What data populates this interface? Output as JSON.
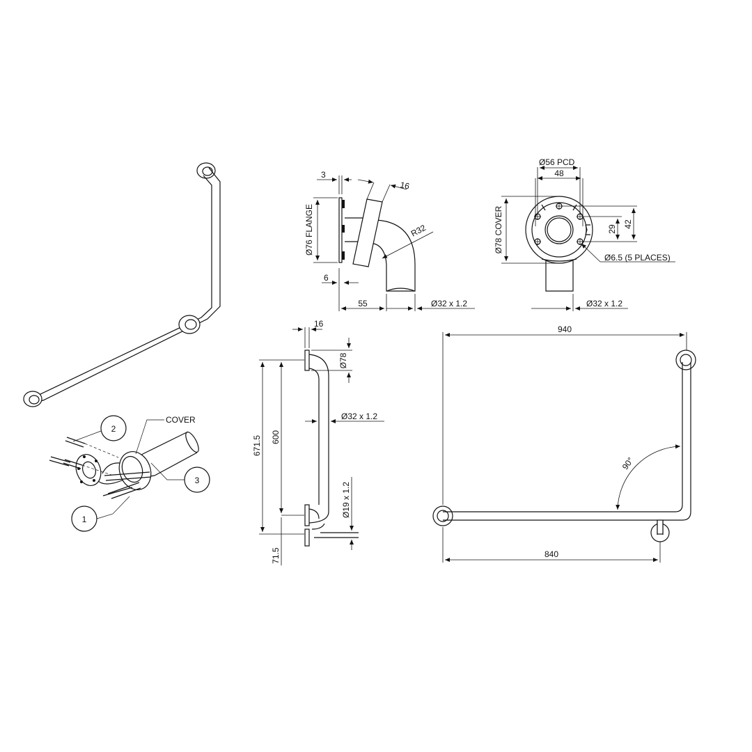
{
  "side_view": {
    "dim_flange_thickness": "3",
    "dim_cover_thickness": "16",
    "dim_radius": "R32",
    "dim_flange_dia": "Ø76 FLANGE",
    "dim_gap": "6",
    "dim_projection": "55",
    "dim_tube": "Ø32 x 1.2"
  },
  "end_view": {
    "dim_pcd": "Ø56 PCD",
    "dim_hole_spacing": "48",
    "dim_cover_dia": "Ø78 COVER",
    "dim_height_42": "42",
    "dim_height_29": "29",
    "dim_holes": "Ø6.5 (5 PLACES)",
    "dim_tube": "Ø32 x 1.2"
  },
  "front_view": {
    "dim_cover_depth": "16",
    "dim_cover_dia": "Ø78",
    "dim_tube": "Ø32 x 1.2",
    "dim_overall_height": "671.5",
    "dim_centres": "600",
    "dim_bottom_offset": "71.5",
    "dim_small_tube": "Ø19 x 1.2"
  },
  "plan_view": {
    "dim_overall_width": "940",
    "dim_angle": "90°",
    "dim_leg_length": "840"
  },
  "exploded_view": {
    "cover_label": "COVER",
    "balloon_1": "1",
    "balloon_2": "2",
    "balloon_3": "3"
  }
}
